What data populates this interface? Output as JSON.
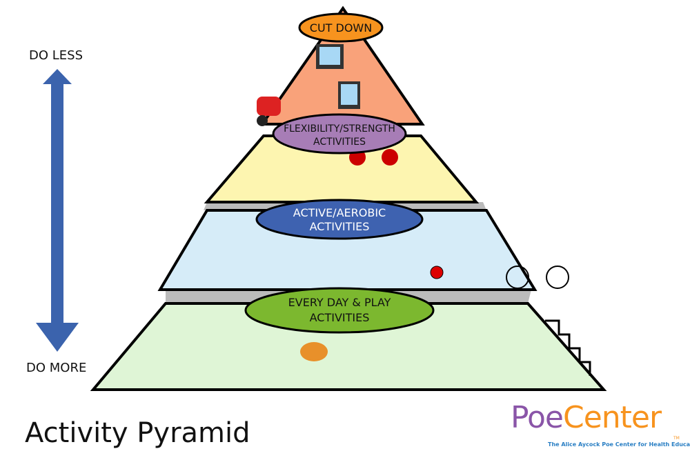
{
  "title": "Activity Pyramid",
  "axis": {
    "top_label": "DO LESS",
    "bottom_label": "DO MORE"
  },
  "tiers": [
    {
      "label_line1": "CUT DOWN",
      "label_line2": ""
    },
    {
      "label_line1": "FLEXIBILITY/STRENGTH",
      "label_line2": "ACTIVITIES"
    },
    {
      "label_line1": "ACTIVE/AEROBIC",
      "label_line2": "ACTIVITIES"
    },
    {
      "label_line1": "EVERY DAY & PLAY",
      "label_line2": "ACTIVITIES"
    }
  ],
  "logo": {
    "name_part1": "Poe",
    "name_part2": "Center",
    "trademark": "TM",
    "tagline": "The Alice Aycock Poe Center for Health Education"
  },
  "colors": {
    "arrow": "#3b63ad",
    "cut_down": "#f7931e",
    "flex": "#a77db6",
    "aerobic": "#3e62b0",
    "everyday": "#7cb82f"
  }
}
